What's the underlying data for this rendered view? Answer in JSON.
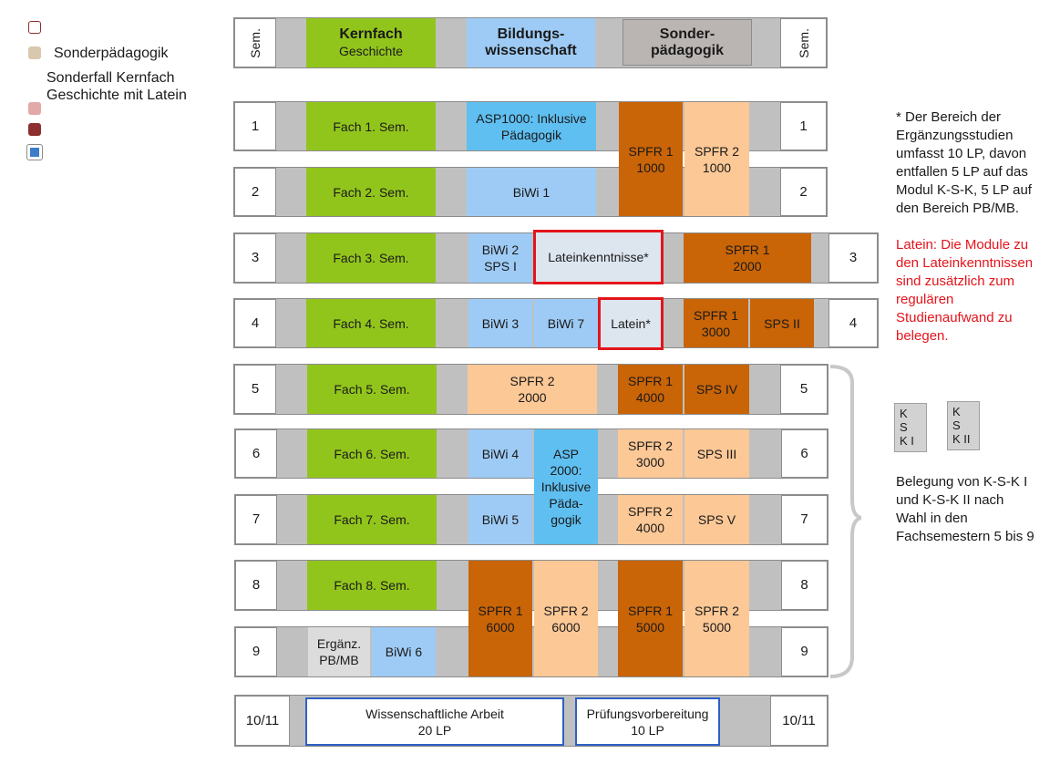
{
  "legend": {
    "label_sonder": "Sonderpädagogik",
    "label_sonderfall": "Sonderfall Kernfach\nGeschichte mit Latein",
    "colors": {
      "empty": "#ffffff",
      "sonder": "#d8c8ad",
      "latein_light": "#e3a9a9",
      "latein_dark": "#8c2f2f",
      "blue": "#3d7cc9"
    }
  },
  "header": {
    "sem_left": "Sem.",
    "sem_right": "Sem.",
    "kernfach_title": "Kernfach",
    "kernfach_sub": "Geschichte",
    "bildung": "Bildungs-\nwissenschaft",
    "sonder": "Sonder-\npädagogik"
  },
  "rows": {
    "r1": {
      "left": "1",
      "right": "1",
      "fach": "Fach 1. Sem.",
      "asp": "ASP1000: Inklusive\nPädagogik"
    },
    "r2": {
      "left": "2",
      "right": "2",
      "fach": "Fach 2. Sem.",
      "biwi": "BiWi 1"
    },
    "r3": {
      "left": "3",
      "right": "3",
      "fach": "Fach 3. Sem.",
      "biwi": "BiWi 2\nSPS I",
      "latein": "Lateinkenntnisse*",
      "spfr": "SPFR 1\n2000"
    },
    "r4": {
      "left": "4",
      "right": "4",
      "fach": "Fach 4. Sem.",
      "biwi3": "BiWi 3",
      "biwi7": "BiWi 7",
      "latein": "Latein*",
      "spfr": "SPFR 1\n3000",
      "sps": "SPS II"
    },
    "r5": {
      "left": "5",
      "right": "5",
      "fach": "Fach 5. Sem.",
      "spfr2": "SPFR 2\n2000",
      "spfr1": "SPFR 1\n4000",
      "sps": "SPS IV"
    },
    "r6": {
      "left": "6",
      "right": "6",
      "fach": "Fach 6. Sem.",
      "biwi": "BiWi 4",
      "spfr": "SPFR 2\n3000",
      "sps": "SPS III"
    },
    "r7": {
      "left": "7",
      "right": "7",
      "fach": "Fach 7. Sem.",
      "biwi": "BiWi 5",
      "spfr": "SPFR 2\n4000",
      "sps": "SPS V"
    },
    "r8": {
      "left": "8",
      "right": "8",
      "fach": "Fach 8. Sem."
    },
    "r9": {
      "left": "9",
      "right": "9",
      "ergaenz": "Ergänz.\nPB/MB",
      "biwi": "BiWi 6"
    },
    "r10": {
      "left": "10/11",
      "right": "10/11",
      "arbeit": "Wissenschaftliche Arbeit\n20 LP",
      "pruefung": "Prüfungsvorbereitung\n10 LP"
    }
  },
  "spans": {
    "spfr1_1000": "SPFR 1\n1000",
    "spfr2_1000": "SPFR 2\n1000",
    "asp2000": "ASP\n2000:\nInklusive\nPäda-\ngogik",
    "spfr1_6000": "SPFR 1\n6000",
    "spfr2_6000": "SPFR 2\n6000",
    "spfr1_5000": "SPFR 1\n5000",
    "spfr2_5000": "SPFR 2\n5000"
  },
  "notes": {
    "ergaenzung": "* Der Bereich der\nErgänzungsstudien\numfasst 10 LP, davon\nentfallen 5 LP auf das\nModul K-S-K, 5 LP auf\nden Bereich PB/MB.",
    "latein": "Latein: Die Module zu\nden Lateinkenntnissen\nsind zusätzlich zum\nregulären\nStudienaufwand zu\nbelegen.",
    "ksk1": "K\nS\nK I",
    "ksk2": "K\nS\nK II",
    "belegung": "Belegung von K-S-K I\nund K-S-K II nach\nWahl in den\nFachsemestern 5 bis 9"
  },
  "colors": {
    "green": "#92c51c",
    "light_blue": "#9ecbf5",
    "cyan": "#5fbff1",
    "peach": "#fcc896",
    "orange": "#c96407",
    "row_gray": "#c0c0c0",
    "red": "#e4141b",
    "blue_border": "#2f5fc4",
    "note_red": "#e4141b"
  }
}
